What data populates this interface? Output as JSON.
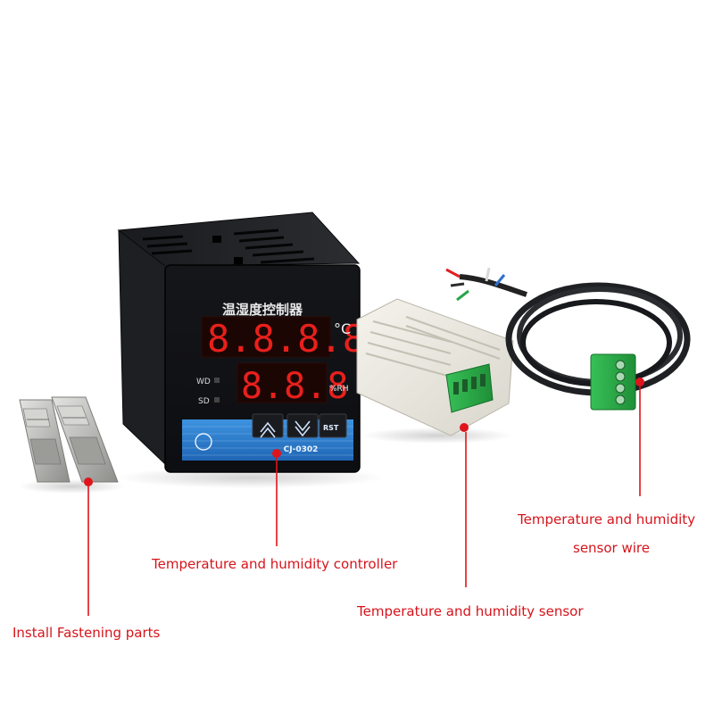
{
  "controller": {
    "title_text": "温湿度控制器",
    "model": "CJ-0302",
    "temp_unit": "°C",
    "humidity_unit": "%RH",
    "indicator_wd": "WD",
    "indicator_sd": "SD",
    "temp_digits": "8.8.8.8.",
    "humidity_digits": "8.8.8",
    "button_rst": "RST"
  },
  "callouts": {
    "fastening": "Install Fastening parts",
    "controller": "Temperature and humidity controller",
    "sensor": "Temperature and humidity sensor",
    "wire_line1": "Temperature and humidity",
    "wire_line2": "sensor wire"
  },
  "colors": {
    "callout_red": "#e0141b",
    "display_red": "#e8201c",
    "panel_blue": "#2e7fd0",
    "terminal_green": "#2fb24a"
  }
}
